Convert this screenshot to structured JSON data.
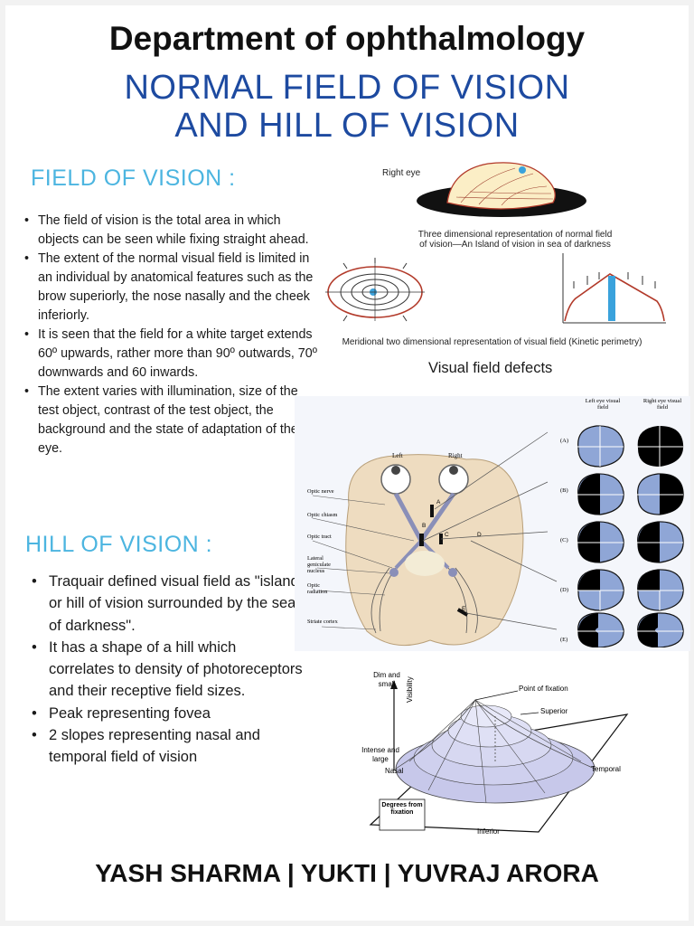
{
  "header": {
    "department": "Department of ophthalmology",
    "title_line1": "NORMAL FIELD OF VISION",
    "title_line2": "AND HILL OF VISION"
  },
  "field_of_vision": {
    "heading": "FIELD OF VISION :",
    "bullets": [
      "The field of vision is the total area in which objects can be seen while fixing straight ahead.",
      "The extent of the normal visual field is limited in an individual by anatomical features such as the brow superiorly, the nose nasally and the cheek inferiorly.",
      "It is seen that the field for a white target extends 60º upwards, rather more than 90º outwards, 70º downwards and 60 inwards.",
      "The extent varies with illumination, size of the test object, contrast of the test object, the background and the state of adaptation of the eye."
    ]
  },
  "hill_of_vision": {
    "heading": "HILL OF VISION  :",
    "bullets": [
      "Traquair defined visual field as \"island or hill of vision surrounded by the sea of darkness\".",
      "It has a shape of a hill which correlates to density of photoreceptors and their receptive field sizes.",
      "Peak representing fovea",
      "2 slopes representing nasal and temporal field of vision"
    ]
  },
  "figure_island": {
    "eye_label": "Right eye",
    "caption_line1": "Three dimensional representation of normal field",
    "caption_line2": "of vision—An Island of vision in sea of darkness"
  },
  "figure_meridional": {
    "caption": "Meridional two dimensional representation of visual field (Kinetic perimetry)"
  },
  "figure_defects": {
    "heading": "Visual field defects",
    "left_label": "Left",
    "right_label": "Right",
    "col_left": "Left eye visual field",
    "col_right": "Right eye visual field",
    "structures": [
      "Optic nerve",
      "Optic chiasm",
      "Optic tract",
      "Lateral geniculate nucleus",
      "Optic radiation",
      "Striate cortex"
    ],
    "rows": [
      "(A)",
      "(B)",
      "(C)",
      "(D)",
      "(E)"
    ],
    "lesion_marks": [
      "A",
      "B",
      "C",
      "D",
      "E"
    ]
  },
  "figure_hill": {
    "y_top": "Dim and small",
    "y_bottom": "Intense and large",
    "axis": "Visibility",
    "peak": "Point of fixation",
    "superior": "Superior",
    "nasal": "Nasal",
    "temporal": "Temporal",
    "inferior": "Inferior",
    "degrees": "Degrees from fixation"
  },
  "footer": {
    "authors": "YASH SHARMA | YUKTI | YUVRAJ ARORA"
  },
  "colors": {
    "title_blue": "#1d4aa0",
    "section_cyan": "#4cb5e0",
    "field_blue": "#8fa6d6",
    "island_fill": "#fbeec6"
  }
}
